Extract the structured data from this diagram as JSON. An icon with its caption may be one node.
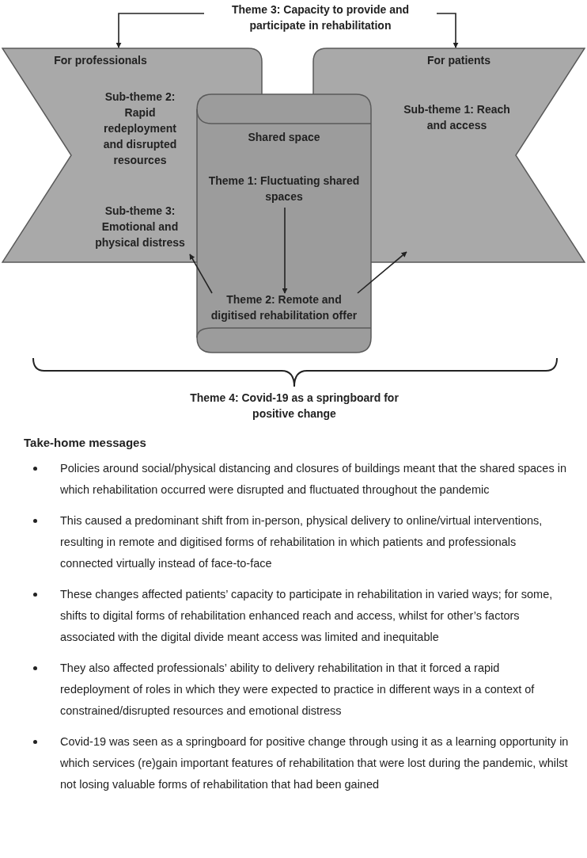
{
  "diagram": {
    "nodes": [
      {
        "text": [
          "Theme 3: Capacity to provide and participate in rehabilitation"
        ]
      },
      {
        "text": [
          "For professionals"
        ]
      },
      {
        "text": [
          "Sub-theme 2: Rapid redeployment and disrupted resources"
        ],
        "in": 1
      },
      {
        "text": [
          "Sub-theme 3: Emotional and physical distress"
        ],
        "in": 1
      },
      {
        "text": [
          "For patients"
        ]
      },
      {
        "text": [
          "Sub-theme 1: Reach and access"
        ],
        "in": 4
      },
      {
        "text": [
          "Shared space"
        ]
      },
      {
        "text": [
          "Theme 1: Fluctuating shared spaces"
        ],
        "in": 6
      },
      {
        "text": [
          "Theme 2: Remote and digitised rehabilitation offer"
        ],
        "in": 6
      },
      {
        "text": [
          "Theme 4: Covid-19 as a springboard for positive change"
        ]
      }
    ],
    "edges": [
      {
        "from": 0,
        "to": 1,
        "arrow": "to"
      },
      {
        "from": 0,
        "to": 4,
        "arrow": "to"
      },
      {
        "from": 7,
        "to": 8,
        "arrow": "to"
      },
      {
        "from": 8,
        "to": 3,
        "arrow": "to"
      },
      {
        "from": 8,
        "to": 4,
        "arrow": "to"
      }
    ],
    "labels": [
      "Take-home messages",
      "Policies around social/physical distancing and closures of buildings meant that the shared spaces in which rehabilitation occurred were disrupted and fluctuated throughout the pandemic",
      "This caused a predominant shift from in-person, physical delivery to online/virtual interventions, resulting in remote and digitised forms of rehabilitation in which patients and professionals connected virtually instead of face-to-face",
      "These changes affected patients’ capacity to participate in rehabilitation in varied ways; for some, shifts to digital forms of rehabilitation enhanced reach and access, whilst for other’s factors associated with the digital divide meant access was limited and inequitable",
      "They also affected professionals’ ability to delivery rehabilitation in that it forced a rapid redeployment of roles in which they were expected to practice in different ways in a context of constrained/disrupted resources and emotional distress",
      "Covid-19 was seen as a springboard for positive change through using it as a learning opportunity in which services (re)gain important features of rehabilitation that were lost during the pandemic, whilst not losing valuable forms of rehabilitation that had been gained"
    ]
  }
}
